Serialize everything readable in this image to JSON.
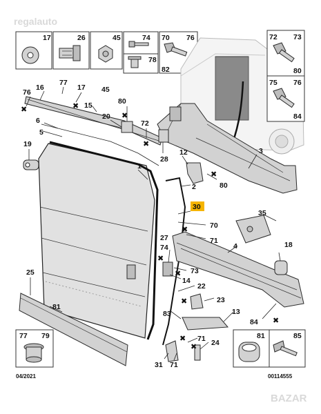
{
  "watermark": {
    "top_left": "regalauto",
    "bottom_right": "BAZAR"
  },
  "footer": {
    "date": "04/2021",
    "ref": "00114555"
  },
  "highlight": {
    "label": "30",
    "color": "#f5b400"
  },
  "labels": {
    "l17t": "17",
    "l26t": "26",
    "l45t": "45",
    "l74t": "74",
    "l70t": "70",
    "l78t": "78",
    "l76t": "76",
    "l82t": "82",
    "l83t": "83",
    "l72t": "72",
    "l73t": "73",
    "l80t": "80",
    "l75t": "75",
    "l76r": "76",
    "l84t": "84",
    "l76a": "76",
    "l16": "16",
    "l77a": "77",
    "l17a": "17",
    "l45a": "45",
    "l15": "15",
    "l80a": "80",
    "l20": "20",
    "l6": "6",
    "l72a": "72",
    "l5": "5",
    "l19": "19",
    "l28": "28",
    "l12": "12",
    "l3": "3",
    "l1": "1",
    "l2": "2",
    "l80b": "80",
    "l35": "35",
    "l70a": "70",
    "l71a": "71",
    "l27": "27",
    "l4": "4",
    "l18": "18",
    "l74a": "74",
    "l73a": "73",
    "l14": "14",
    "l22": "22",
    "l23": "23",
    "l25": "25",
    "l81a": "81",
    "l83a": "83",
    "l13": "13",
    "l84a": "84",
    "l77b": "77",
    "l79": "79",
    "l81b": "81",
    "l85": "85",
    "l71b": "71",
    "l24": "24",
    "l31": "31",
    "l71c": "71"
  }
}
